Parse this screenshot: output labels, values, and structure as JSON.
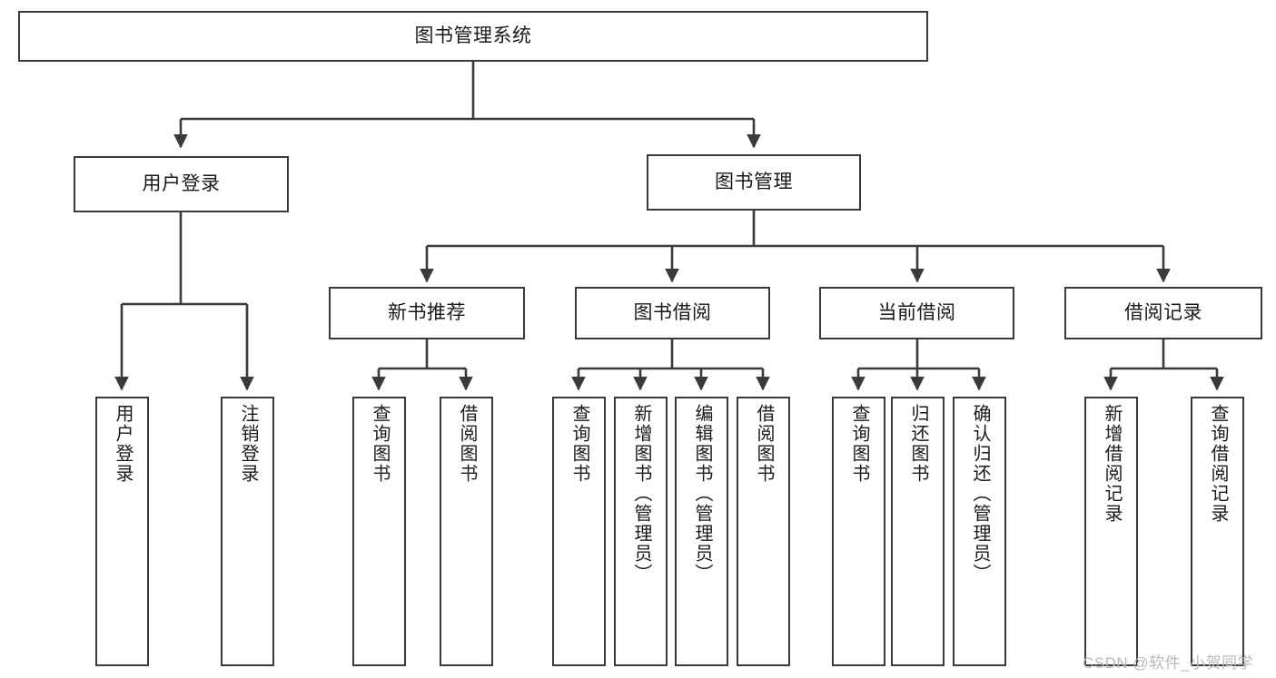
{
  "diagram": {
    "title": "图书管理系统",
    "type": "hierarchy-tree",
    "root": {
      "label": "图书管理系统"
    },
    "level1": [
      {
        "label": "用户登录"
      },
      {
        "label": "图书管理"
      }
    ],
    "level2": [
      {
        "label": "新书推荐"
      },
      {
        "label": "图书借阅"
      },
      {
        "label": "当前借阅"
      },
      {
        "label": "借阅记录"
      }
    ],
    "leaves": {
      "user_login": [
        {
          "label": "用户登录"
        },
        {
          "label": "注销登录"
        }
      ],
      "new_book_recommend": [
        {
          "label": "查询图书"
        },
        {
          "label": "借阅图书"
        }
      ],
      "book_borrow": [
        {
          "label": "查询图书"
        },
        {
          "label": "新增图书（管理员）"
        },
        {
          "label": "编辑图书（管理员）"
        },
        {
          "label": "借阅图书"
        }
      ],
      "current_borrow": [
        {
          "label": "查询图书"
        },
        {
          "label": "归还图书"
        },
        {
          "label": "确认归还（管理员）"
        }
      ],
      "borrow_record": [
        {
          "label": "新增借阅记录"
        },
        {
          "label": "查询借阅记录"
        }
      ]
    }
  },
  "watermark": {
    "text": "CSDN @软件_小贺同学"
  },
  "colors": {
    "border": "#3a3a3a",
    "background": "#ffffff",
    "text": "#1a1a1a",
    "watermark": "#b9b9b9"
  }
}
